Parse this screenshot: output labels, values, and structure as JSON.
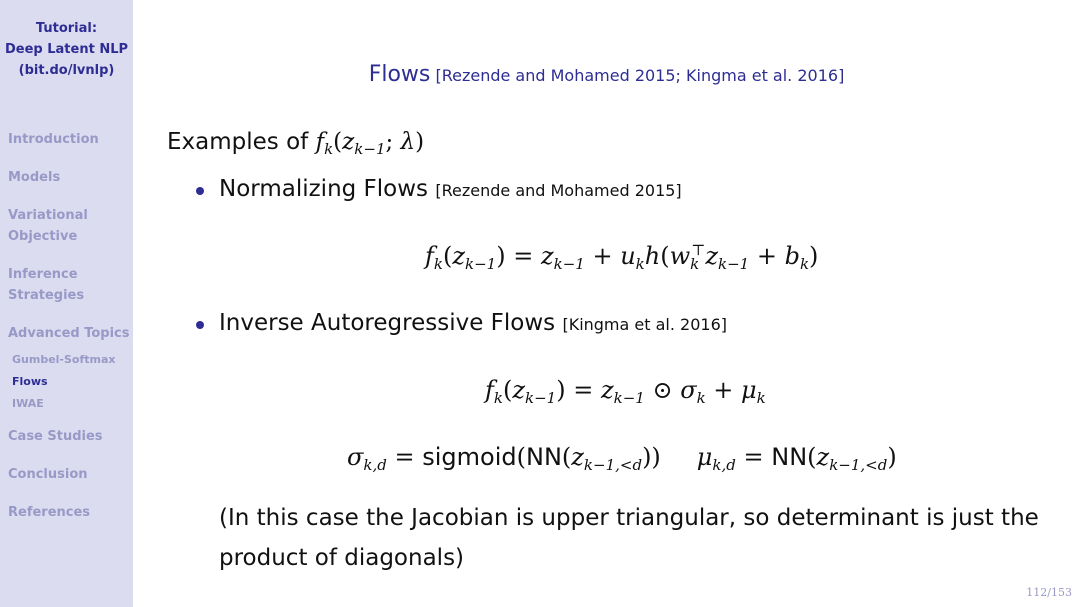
{
  "sidebar": {
    "title_line1": "Tutorial:",
    "title_line2": "Deep Latent NLP",
    "title_line3": "(bit.do/lvnlp)",
    "items": [
      {
        "label": "Introduction"
      },
      {
        "label": "Models"
      },
      {
        "label": "Variational"
      },
      {
        "label": "Objective"
      },
      {
        "label": "Inference"
      },
      {
        "label": "Strategies"
      },
      {
        "label": "Advanced Topics"
      },
      {
        "label": "Case Studies"
      },
      {
        "label": "Conclusion"
      },
      {
        "label": "References"
      }
    ],
    "subitems": [
      {
        "label": "Gumbel-Softmax"
      },
      {
        "label": "Flows"
      },
      {
        "label": "IWAE"
      }
    ]
  },
  "slide": {
    "title": "Flows",
    "title_citation": "[Rezende and Mohamed 2015; Kingma et al. 2016]",
    "intro": "Examples of",
    "bullet1": "Normalizing Flows",
    "bullet1_cite": "[Rezende and Mohamed 2015]",
    "bullet2": "Inverse Autoregressive Flows",
    "bullet2_cite": "[Kingma et al. 2016]",
    "note_line1": "(In this case the Jacobian is upper triangular, so determinant is just the",
    "note_line2": "product of diagonals)",
    "math_sigmoid": "sigmoid",
    "math_nn": "NN"
  },
  "page_number": "112/153",
  "colors": {
    "sidebar_bg": "#dcdcf0",
    "accent": "#2d2d93",
    "inactive": "#9999c7"
  }
}
